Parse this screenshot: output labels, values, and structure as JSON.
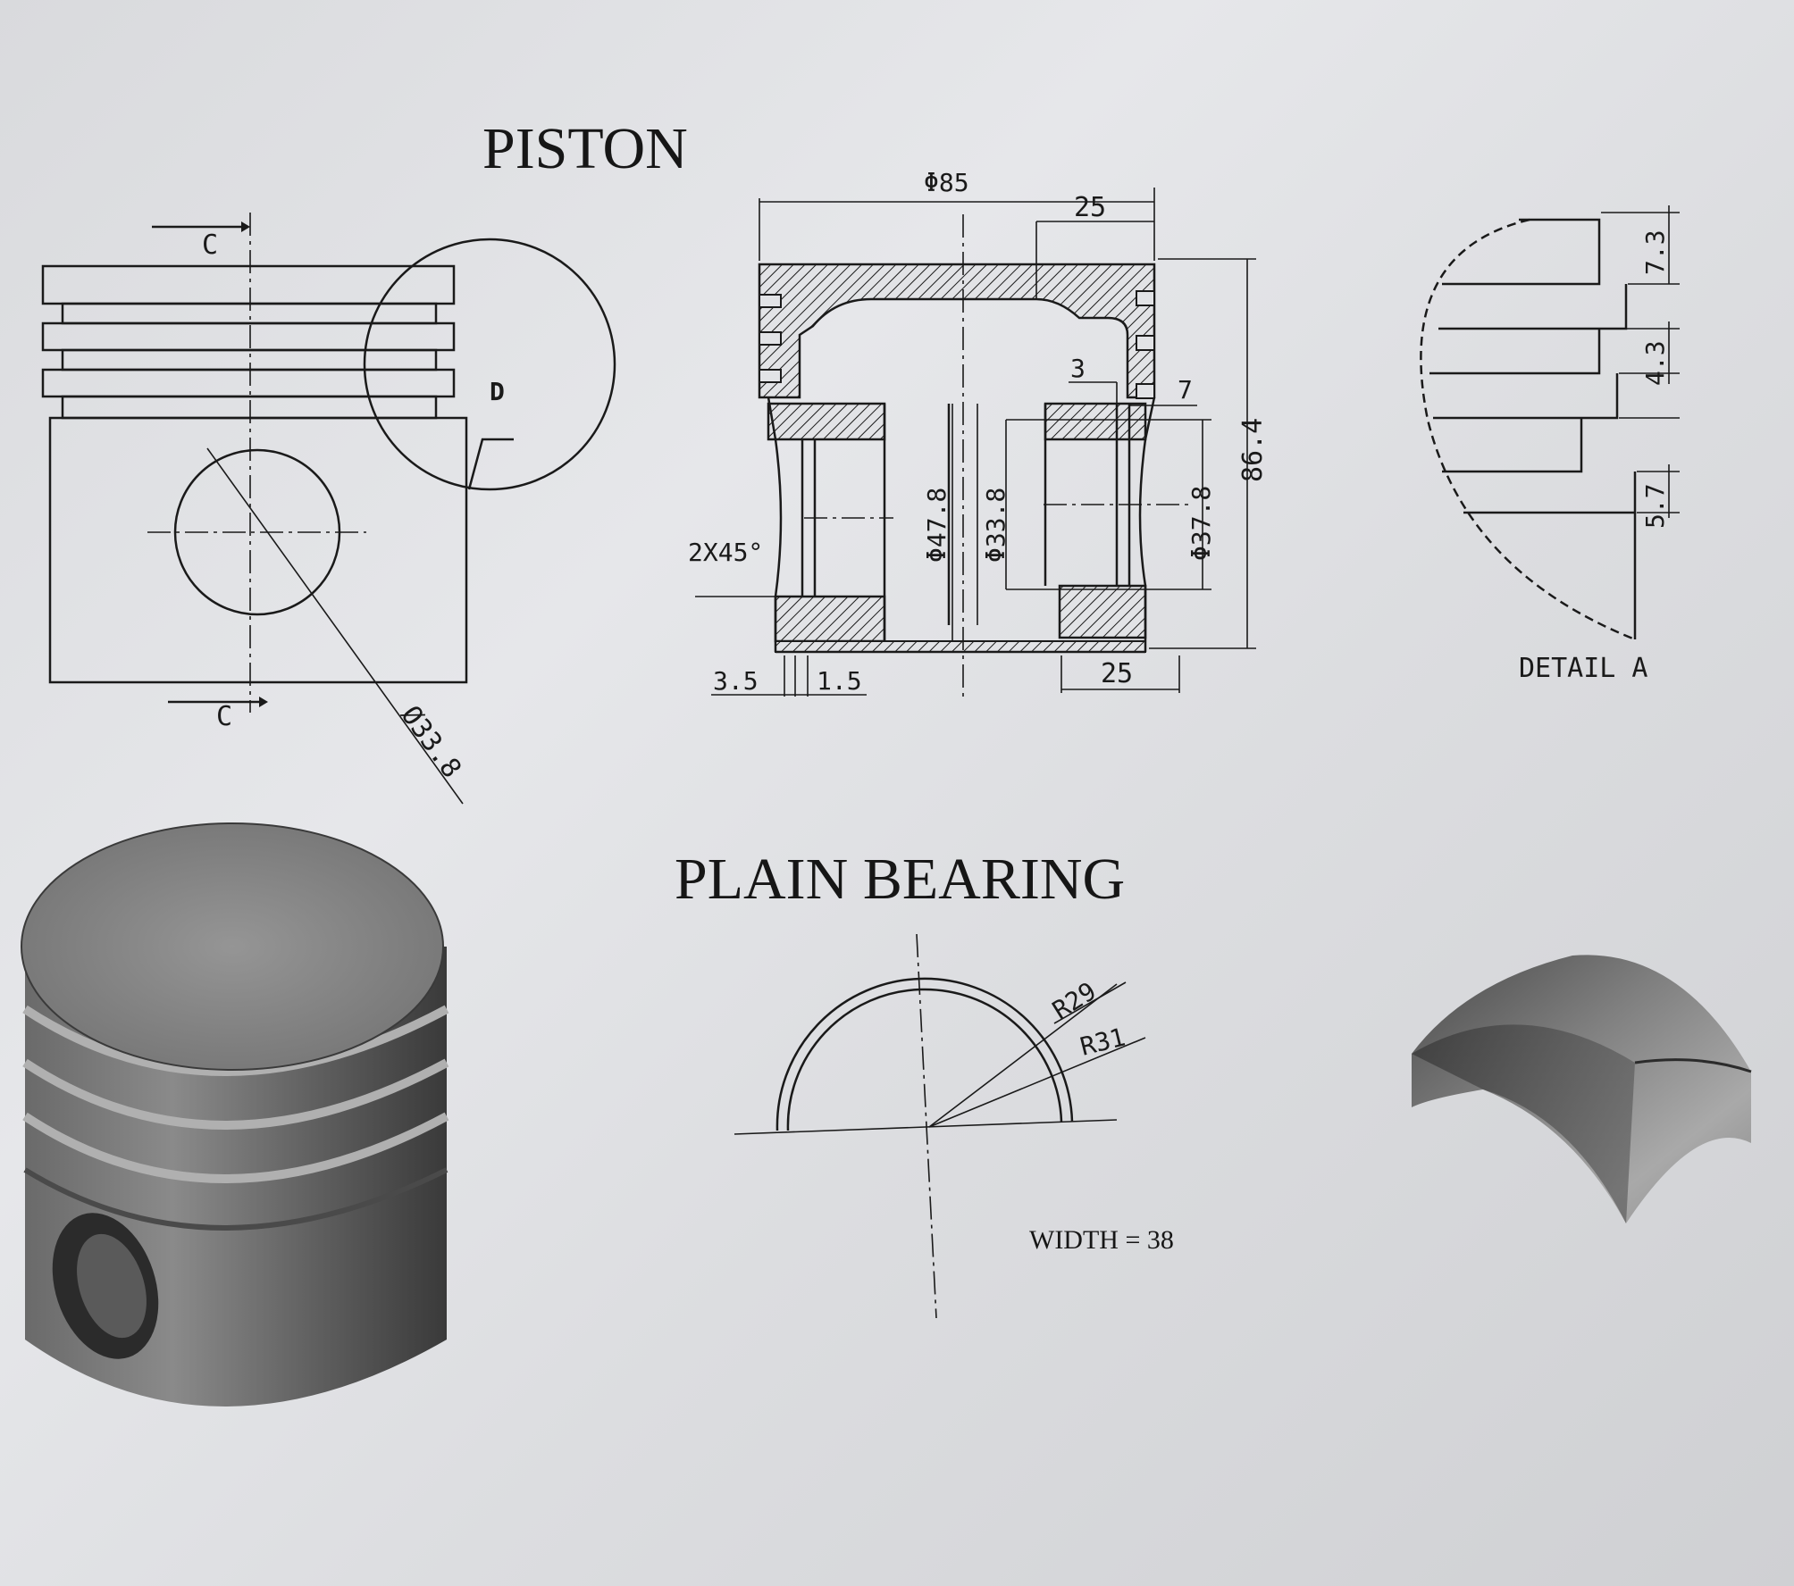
{
  "titles": {
    "piston": "PISTON",
    "bearing": "PLAIN BEARING"
  },
  "piston_front": {
    "section_mark_top": "C",
    "section_mark_bottom": "C",
    "detail_label": "D",
    "pin_bore_dim": "Ø33.8"
  },
  "piston_section": {
    "overall_diameter": "Φ85",
    "top_land_width": "25",
    "groove_depth": "3",
    "ring_dim": "7",
    "pin_boss_dia": "Φ47.8",
    "pin_bore_dia": "Φ33.8",
    "inner_dia": "Φ37.8",
    "overall_height": "86.4",
    "chamfer": "2X45°",
    "skirt_dim_a": "3.5",
    "skirt_dim_b": "1.5",
    "bottom_width": "25"
  },
  "detail_a": {
    "dims": [
      "7.3",
      "4.3",
      "5.7"
    ],
    "label": "DETAIL A"
  },
  "bearing": {
    "inner_radius": "R29",
    "outer_radius": "R31",
    "width_note": "WIDTH = 38"
  }
}
